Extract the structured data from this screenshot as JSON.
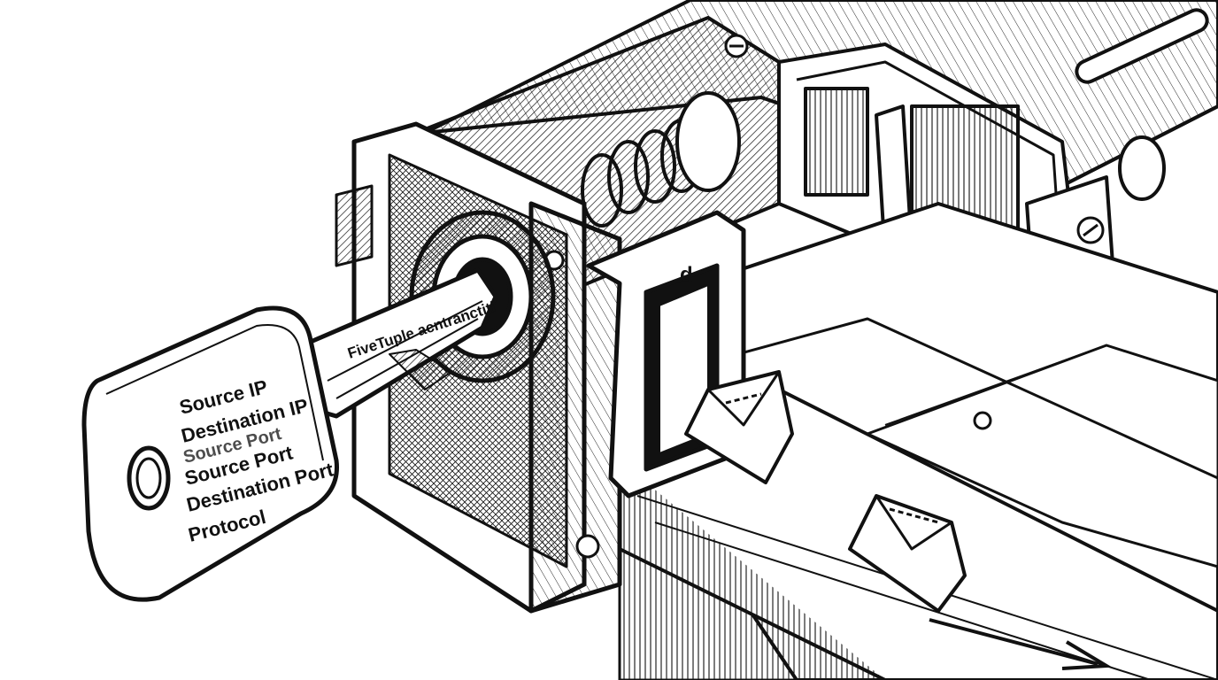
{
  "key": {
    "shaft_label": "FiveTuple acntranctiti",
    "fields": [
      "Source IP",
      "Destination IP",
      "Source Port",
      "Source Port",
      "Destination Port",
      "Protocol"
    ]
  },
  "housing": {
    "gate_glyph": "d"
  },
  "palette": {
    "ink": "#111111",
    "paper": "#ffffff"
  },
  "icons": [
    "envelope-icon",
    "arrow-right-icon",
    "screw-icon"
  ]
}
